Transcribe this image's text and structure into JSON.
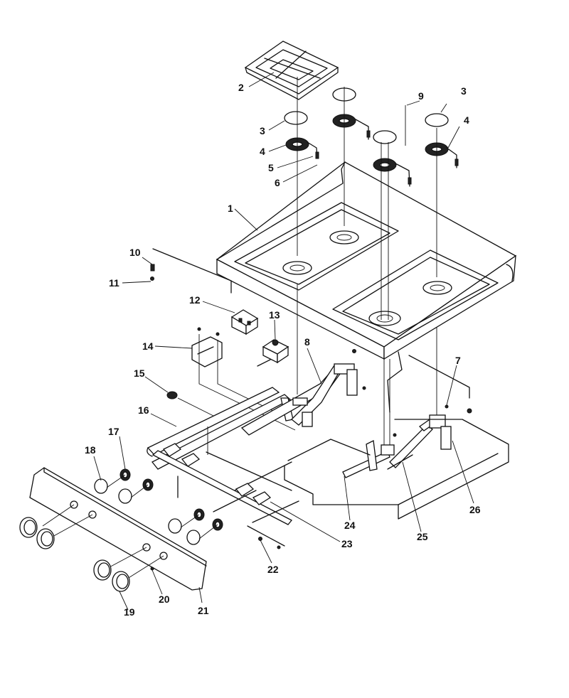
{
  "callouts": [
    {
      "id": "c1",
      "text": "1"
    },
    {
      "id": "c2",
      "text": "2"
    },
    {
      "id": "c3a",
      "text": "3"
    },
    {
      "id": "c3b",
      "text": "3"
    },
    {
      "id": "c4a",
      "text": "4"
    },
    {
      "id": "c4b",
      "text": "4"
    },
    {
      "id": "c5",
      "text": "5"
    },
    {
      "id": "c6",
      "text": "6"
    },
    {
      "id": "c7",
      "text": "7"
    },
    {
      "id": "c8",
      "text": "8"
    },
    {
      "id": "c9",
      "text": "9"
    },
    {
      "id": "c10",
      "text": "10"
    },
    {
      "id": "c11",
      "text": "11"
    },
    {
      "id": "c12",
      "text": "12"
    },
    {
      "id": "c13",
      "text": "13"
    },
    {
      "id": "c14",
      "text": "14"
    },
    {
      "id": "c15",
      "text": "15"
    },
    {
      "id": "c16",
      "text": "16"
    },
    {
      "id": "c17",
      "text": "17"
    },
    {
      "id": "c18",
      "text": "18"
    },
    {
      "id": "c19",
      "text": "19"
    },
    {
      "id": "c20",
      "text": "20"
    },
    {
      "id": "c21",
      "text": "21"
    },
    {
      "id": "c22",
      "text": "22"
    },
    {
      "id": "c23",
      "text": "23"
    },
    {
      "id": "c24",
      "text": "24"
    },
    {
      "id": "c25",
      "text": "25"
    },
    {
      "id": "c26",
      "text": "26"
    }
  ]
}
